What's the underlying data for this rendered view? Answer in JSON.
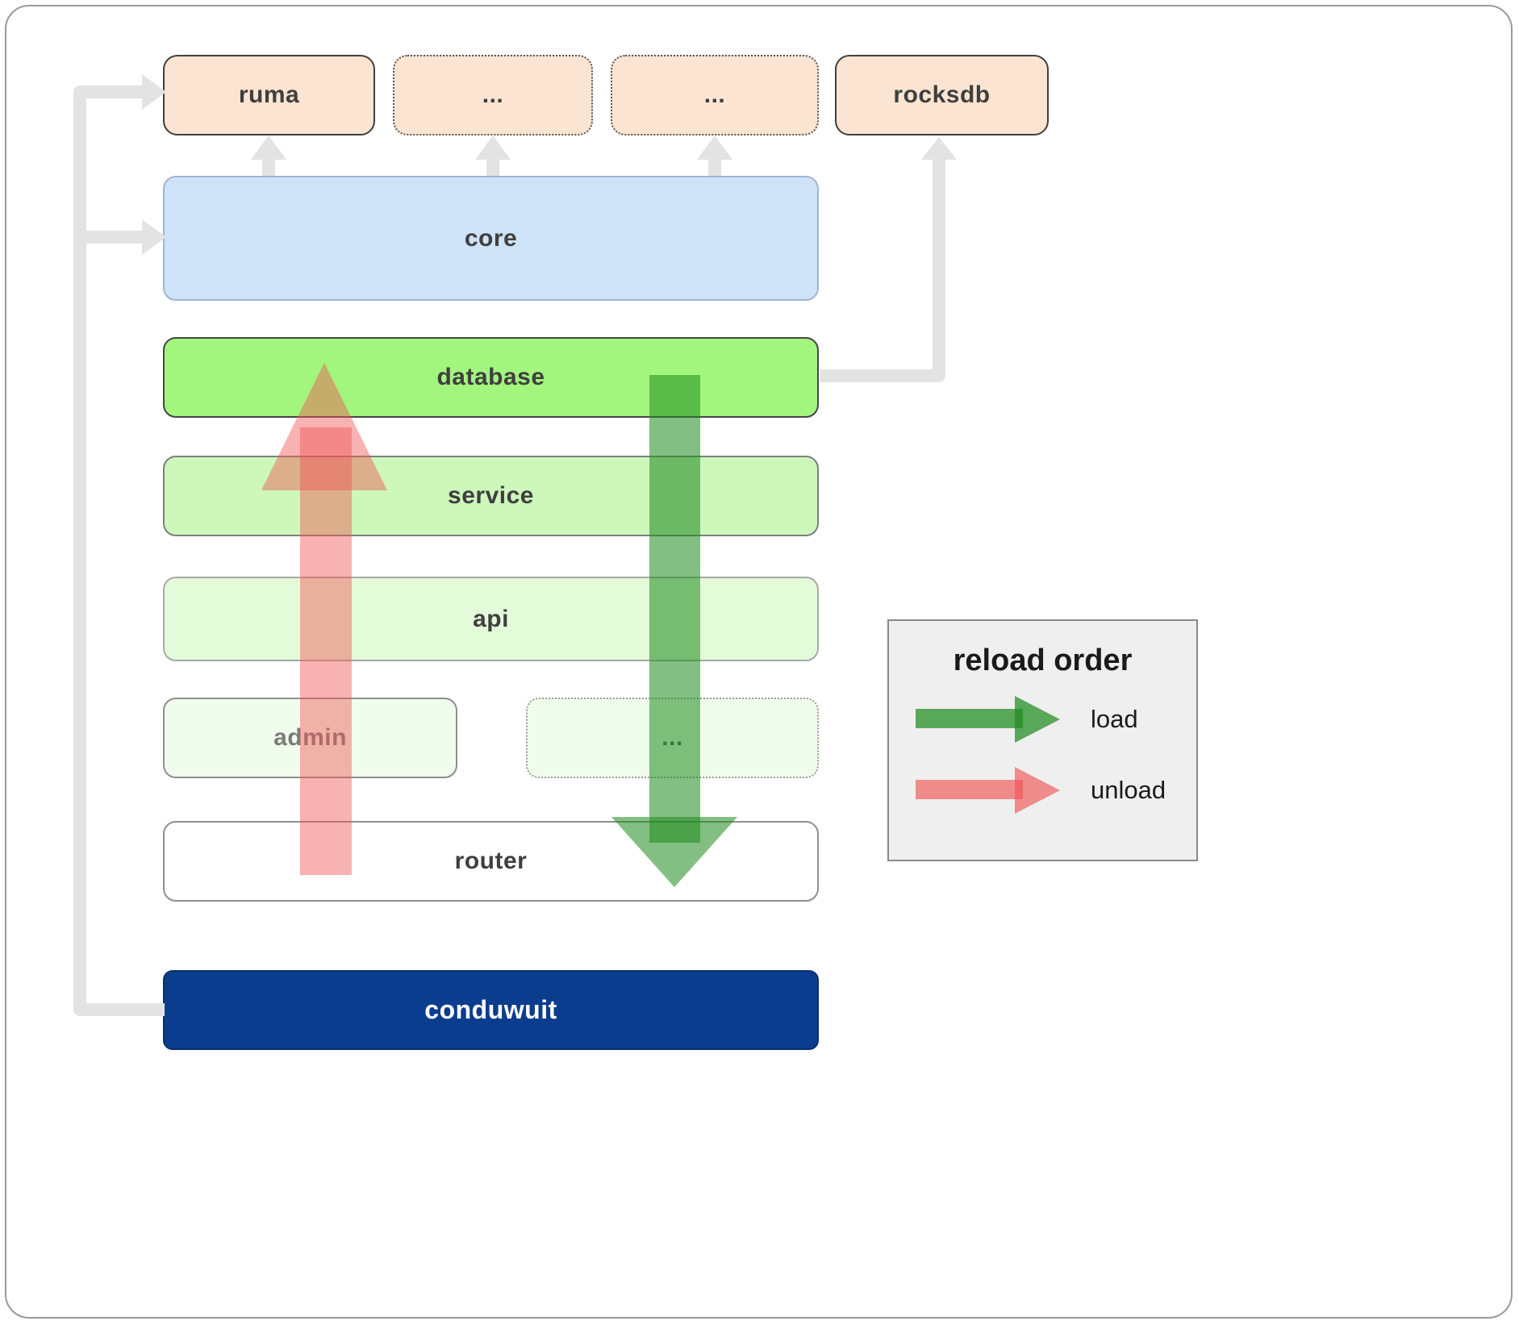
{
  "diagram": {
    "boxes": {
      "ruma": "ruma",
      "ellipsis_top_1": "...",
      "ellipsis_top_2": "...",
      "rocksdb": "rocksdb",
      "core": "core",
      "database": "database",
      "service": "service",
      "api": "api",
      "admin": "admin",
      "ellipsis_mid": "...",
      "router": "router",
      "conduwuit": "conduwuit"
    },
    "legend": {
      "title": "reload order",
      "items": [
        {
          "label": "load",
          "color": "#1e8b1e"
        },
        {
          "label": "unload",
          "color": "#f05454"
        }
      ]
    },
    "colors": {
      "peach_box": "#fbe4d1",
      "core_blue": "#cfe3f8",
      "database_green": "#a2f57d",
      "service_green": "#cdf7bb",
      "api_green": "#e3fbd9",
      "admin_green": "#f1fdec",
      "conduwuit_navy": "#0b3d8f",
      "connector_gray": "#e3e3e3",
      "load_green": "#1e8b1e",
      "unload_red": "#f05454",
      "legend_bg": "#efefef"
    }
  }
}
